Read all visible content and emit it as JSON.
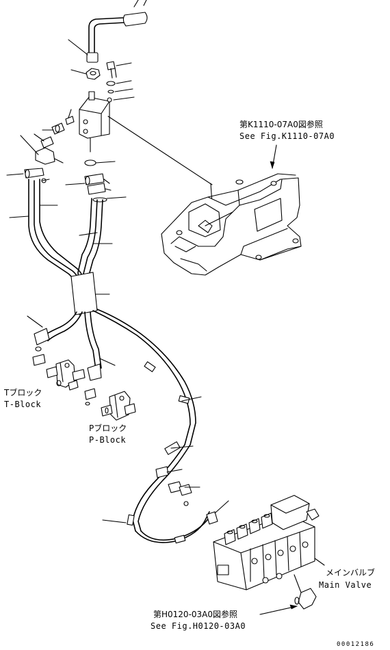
{
  "labels": {
    "ref_top_jp": "第K1110-07A0図参照",
    "ref_top_en": "See Fig.K1110-07A0",
    "t_block_jp": "Tブロック",
    "t_block_en": "T-Block",
    "p_block_jp": "Pブロック",
    "p_block_en": "P-Block",
    "main_valve_jp": "メインバルブ",
    "main_valve_en": "Main Valve",
    "ref_bottom_jp": "第H0120-03A0図参照",
    "ref_bottom_en": "See Fig.H0120-03A0"
  },
  "drawing_code": "00012186"
}
